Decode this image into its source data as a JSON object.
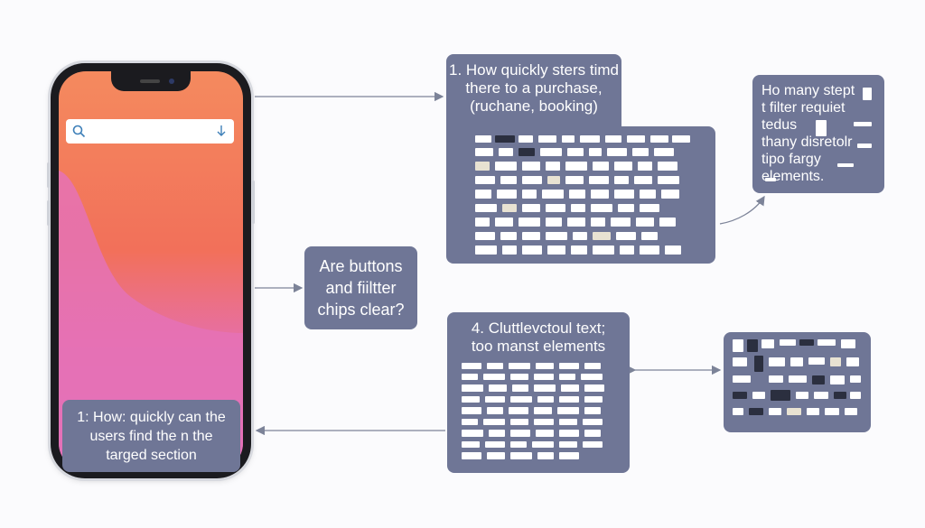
{
  "diagram": {
    "node_purchase": {
      "text": "1. How quickly sters timd\nthere to a purchase,\n(ruchane, booking)"
    },
    "node_filter": {
      "text": "Ho many stept\nt filter requiet\ntedus\nthany disretolr\ntipo fargy\nelements."
    },
    "node_buttons": {
      "text": "Are buttons\nand fiiltter\nchips clear?"
    },
    "node_clutter": {
      "text": "4. Cluttlevctoul text;\ntoo manst elements"
    },
    "node_section": {
      "text": "1:  How: quickly can the\nusers find the n the\ntarged section"
    }
  },
  "phone": {
    "search_icon": "search-icon",
    "download_icon": "arrow-down-icon"
  },
  "colors": {
    "card_bg": "#6f7696",
    "arrow": "#7c8398",
    "screen_top": "#f48a5e",
    "screen_bottom": "#d86bc8"
  }
}
